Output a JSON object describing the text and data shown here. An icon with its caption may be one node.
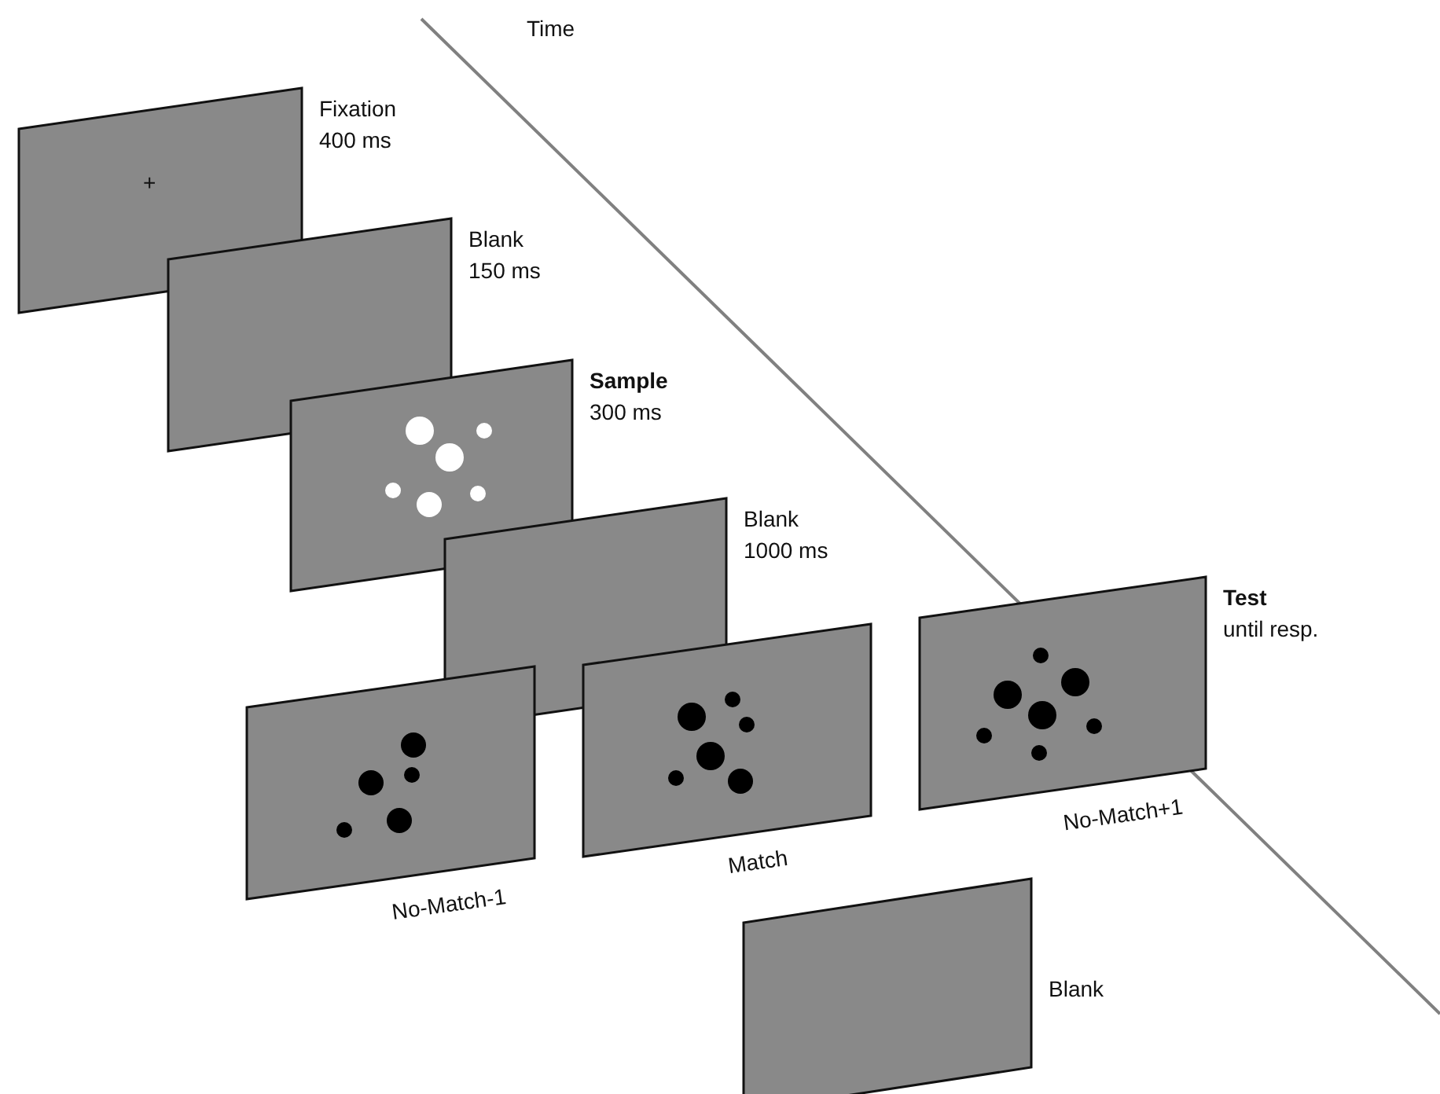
{
  "diagram": {
    "nodes": [
      {
        "text": [
          "Fixation",
          "400 ms"
        ]
      },
      {
        "text": [
          "Blank",
          "150 ms"
        ]
      },
      {
        "text": [
          "Sample",
          "300 ms"
        ]
      },
      {
        "text": [
          "Blank",
          "1000 ms"
        ]
      },
      {
        "text": [
          "No-Match-1"
        ]
      },
      {
        "text": [
          "Match"
        ]
      },
      {
        "text": [
          "Test",
          "until resp."
        ],
        "beside": [
          "No-Match+1"
        ]
      },
      {
        "text": [
          "Blank"
        ]
      }
    ],
    "edges": [],
    "labels": [
      "Time",
      "+"
    ]
  }
}
